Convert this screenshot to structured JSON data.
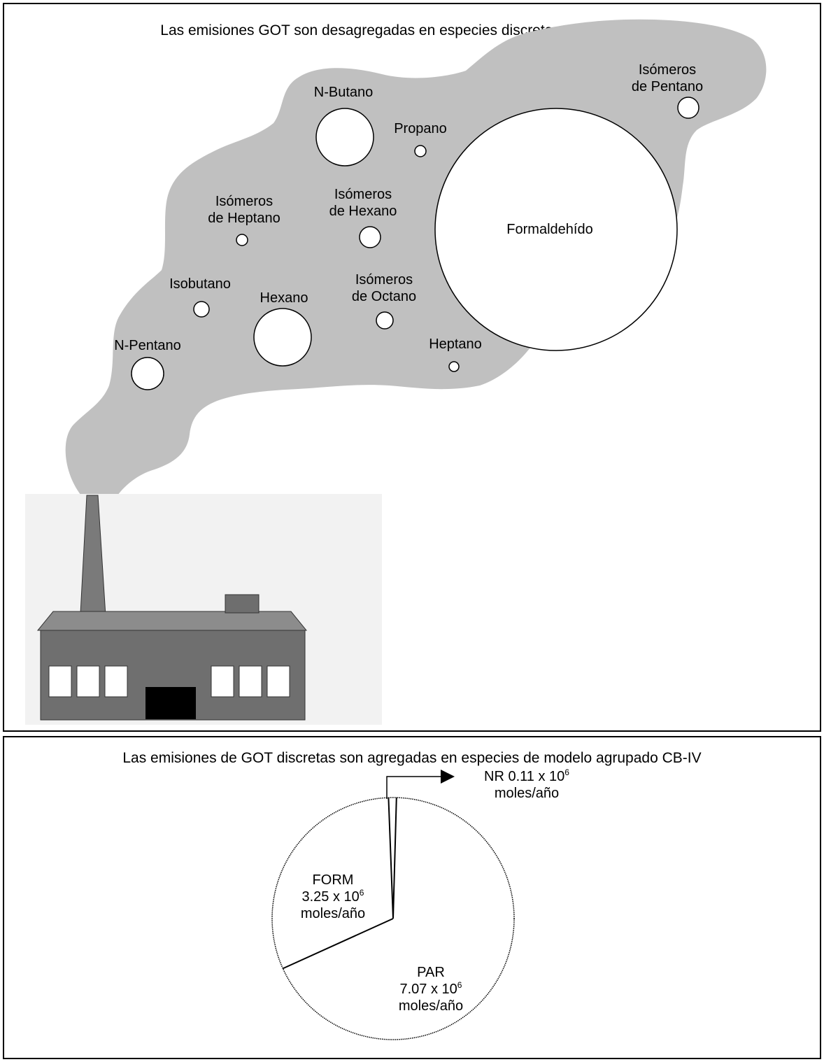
{
  "top_panel": {
    "title": "Las emisiones GOT son desagregadas en especies discretas con SPECIATE",
    "species": [
      {
        "line1": "Isómeros",
        "line2": "de Pentano"
      },
      {
        "line1": "N-Butano",
        "line2": ""
      },
      {
        "line1": "Propano",
        "line2": ""
      },
      {
        "line1": "Isómeros",
        "line2": "de Heptano"
      },
      {
        "line1": "Isómeros",
        "line2": "de Hexano"
      },
      {
        "line1": "Formaldehído",
        "line2": ""
      },
      {
        "line1": "Isobutano",
        "line2": ""
      },
      {
        "line1": "Hexano",
        "line2": ""
      },
      {
        "line1": "Isómeros",
        "line2": "de Octano"
      },
      {
        "line1": "N-Pentano",
        "line2": ""
      },
      {
        "line1": "Heptano",
        "line2": ""
      }
    ]
  },
  "bottom_panel": {
    "title": "Las emisiones de GOT discretas son agregadas en especies de modelo agrupado CB-IV",
    "chart_data": {
      "type": "pie",
      "slices": [
        {
          "label": "FORM",
          "value_text": "3.25 x 10",
          "exponent": "6",
          "unit": "moles/año",
          "value": 3.25
        },
        {
          "label": "PAR",
          "value_text": "7.07 x 10",
          "exponent": "6",
          "unit": "moles/año",
          "value": 7.07
        },
        {
          "label": "NR",
          "value_text": "0.11 x 10",
          "exponent": "6",
          "unit": "moles/año",
          "value": 0.11
        }
      ],
      "multiplier": "10^6",
      "unit": "moles/año"
    }
  }
}
